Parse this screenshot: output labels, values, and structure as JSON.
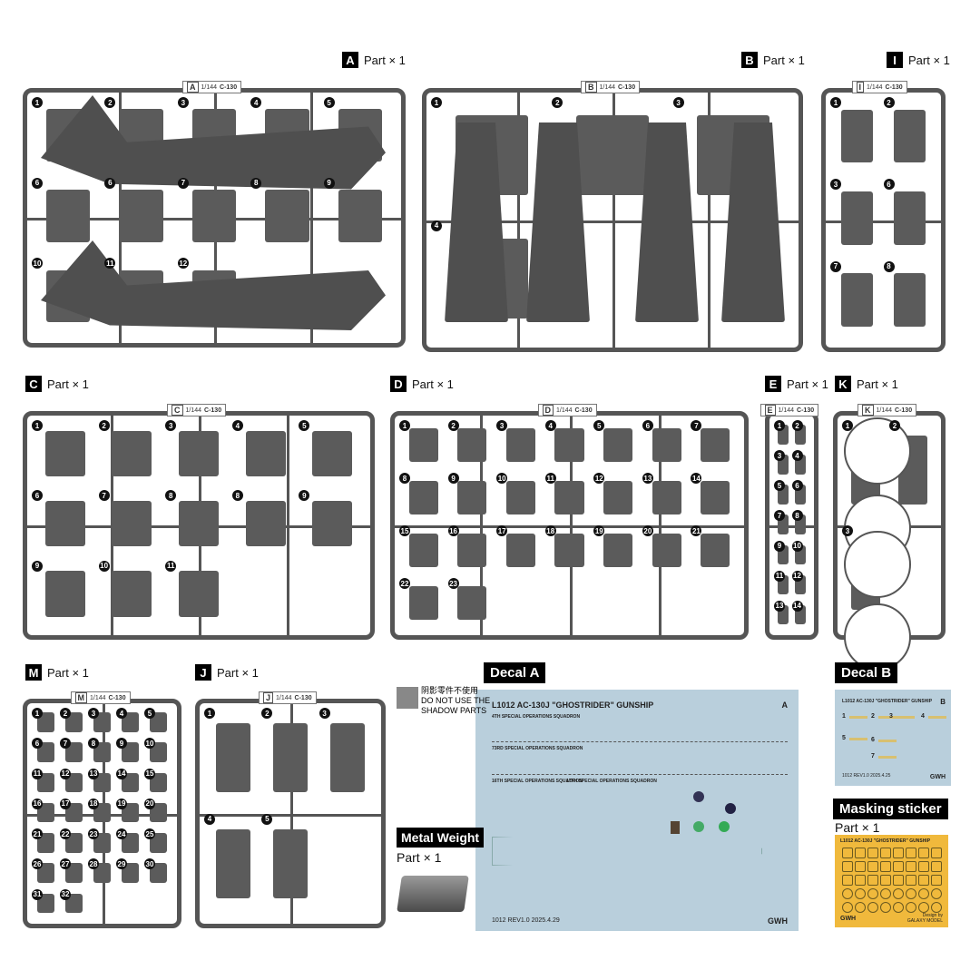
{
  "sprues": [
    {
      "id": "A",
      "count": "Part × 1",
      "scale": "1/144",
      "model": "C-130",
      "parts": [
        "1",
        "2",
        "3",
        "4",
        "5",
        "6",
        "6",
        "7",
        "8",
        "9",
        "10",
        "11",
        "12"
      ]
    },
    {
      "id": "B",
      "count": "Part × 1",
      "scale": "1/144",
      "model": "C-130",
      "parts": [
        "1",
        "2",
        "3",
        "4"
      ]
    },
    {
      "id": "I",
      "count": "Part × 1",
      "scale": "1/144",
      "model": "C-130",
      "parts": [
        "1",
        "2",
        "3",
        "6",
        "7",
        "8"
      ]
    },
    {
      "id": "C",
      "count": "Part × 1",
      "scale": "1/144",
      "model": "C-130",
      "parts": [
        "1",
        "2",
        "3",
        "4",
        "5",
        "6",
        "7",
        "8",
        "8",
        "9",
        "9",
        "10",
        "11"
      ]
    },
    {
      "id": "D",
      "count": "Part × 1",
      "scale": "1/144",
      "model": "C-130",
      "parts": [
        "1",
        "2",
        "3",
        "4",
        "5",
        "6",
        "7",
        "8",
        "9",
        "10",
        "11",
        "12",
        "13",
        "14",
        "15",
        "16",
        "17",
        "18",
        "19",
        "20",
        "21",
        "22",
        "23"
      ]
    },
    {
      "id": "E",
      "count": "Part × 1",
      "scale": "1/144",
      "model": "C-130",
      "parts": [
        "1",
        "2",
        "3",
        "4",
        "5",
        "6",
        "7",
        "8",
        "9",
        "10",
        "11",
        "12",
        "13",
        "14"
      ]
    },
    {
      "id": "K",
      "count": "Part × 1",
      "scale": "1/144",
      "model": "C-130",
      "parts": [
        "1",
        "2",
        "3"
      ]
    },
    {
      "id": "M",
      "count": "Part × 1",
      "scale": "1/144",
      "model": "C-130",
      "parts": [
        "1",
        "2",
        "3",
        "4",
        "5",
        "6",
        "7",
        "8",
        "9",
        "10",
        "11",
        "12",
        "13",
        "14",
        "15",
        "16",
        "17",
        "18",
        "19",
        "20",
        "21",
        "22",
        "23",
        "24",
        "25",
        "26",
        "27",
        "28",
        "29",
        "30",
        "31",
        "32"
      ]
    },
    {
      "id": "J",
      "count": "Part × 1",
      "scale": "1/144",
      "model": "C-130",
      "parts": [
        "1",
        "2",
        "3",
        "4",
        "5"
      ]
    }
  ],
  "shadow_note": {
    "zh": "阴影零件不使用",
    "en1": "DO NOT USE THE",
    "en2": "SHADOW PARTS"
  },
  "decal_a": {
    "title": "Decal  A",
    "heading": "L1012  AC-130J \"GHOSTRIDER\" GUNSHIP",
    "letter": "A",
    "sq1": "4TH SPECIAL OPERATIONS SQUADRON",
    "sq2": "73RD SPECIAL OPERATIONS SQUADRON",
    "sq3": "16TH SPECIAL OPERATIONS SQUADRON",
    "sq4": "17TH SPECIAL OPERATIONS SQUADRON",
    "footer": "1012 REV1.0 2025.4.29",
    "brand": "GWH"
  },
  "decal_b": {
    "title": "Decal  B",
    "heading": "L1012  AC-130J \"GHOSTRIDER\" GUNSHIP",
    "letter": "B",
    "items": [
      "1",
      "2",
      "3",
      "4",
      "5",
      "6",
      "7"
    ],
    "footer": "1012 REV1.0 2025.4.25",
    "brand": "GWH"
  },
  "masking": {
    "title": "Masking sticker",
    "count": "Part × 1",
    "heading": "L1012  AC-130J \"GHOSTRIDER\" GUNSHIP",
    "brand": "GWH",
    "credit1": "Design by",
    "credit2": "GALAXY MODEL"
  },
  "metal_weight": {
    "title": "Metal Weight",
    "count": "Part × 1"
  },
  "colors": {
    "sprue": "#555555",
    "decal": "#b9cfdc",
    "masking": "#f0b93c"
  }
}
